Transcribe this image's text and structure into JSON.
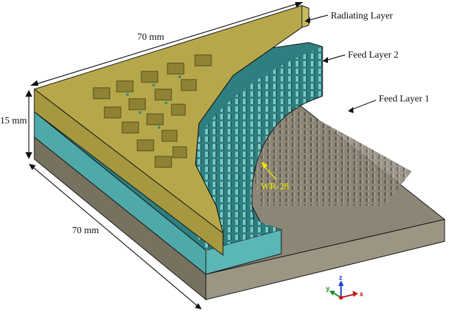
{
  "labels": {
    "radiating_layer": "Radiating Layer",
    "feed_layer_2": "Feed Layer 2",
    "feed_layer_1": "Feed Layer 1",
    "wr28": "WR-28"
  },
  "dimensions": {
    "top_width": "70 mm",
    "side_width": "70 mm",
    "height": "15 mm"
  },
  "triad": {
    "x": "x",
    "y": "y",
    "z": "z"
  },
  "colors": {
    "radiating": "#b6a84a",
    "feed2": "#4fa9a9",
    "feed1": "#8c8677",
    "annotation": "#f2e600"
  }
}
